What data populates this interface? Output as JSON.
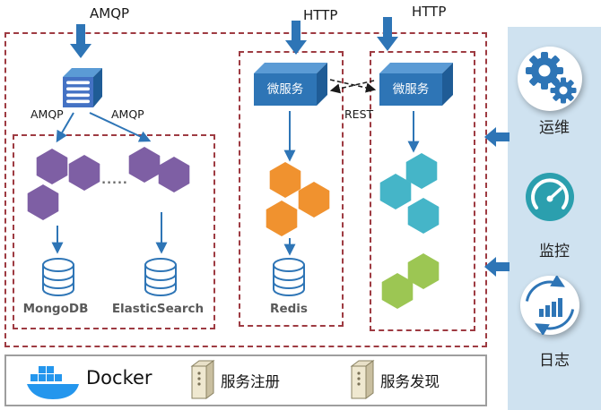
{
  "top": {
    "amqp": "AMQP",
    "http1": "HTTP",
    "http2": "HTTP"
  },
  "queue": {
    "amqp_left": "AMQP",
    "amqp_right": "AMQP"
  },
  "storage": {
    "dots": ".....",
    "mongodb": "MongoDB",
    "elasticsearch": "ElasticSearch",
    "redis": "Redis"
  },
  "services": {
    "ms1": "微服务",
    "ms2": "微服务",
    "rest": "REST"
  },
  "panel": {
    "ops": "运维",
    "monitor": "监控",
    "logs": "日志"
  },
  "legend": {
    "docker": "Docker",
    "register": "服务注册",
    "discovery": "服务发现"
  },
  "colors": {
    "border_dashed": "#9e3b42",
    "arrow_blue": "#2e75b6",
    "hex_purple": "#7e5fa4",
    "hex_orange": "#f0922f",
    "hex_teal": "#45b5c8",
    "hex_green": "#9cc653",
    "service_front": "#2e75b6",
    "service_top": "#5b9bd5",
    "service_side": "#1f5c96",
    "panel_bg": "#cfe2f0",
    "db_stroke": "#2e75b6",
    "gauge_teal": "#2b9fae",
    "docker_blue": "#2496ed"
  }
}
